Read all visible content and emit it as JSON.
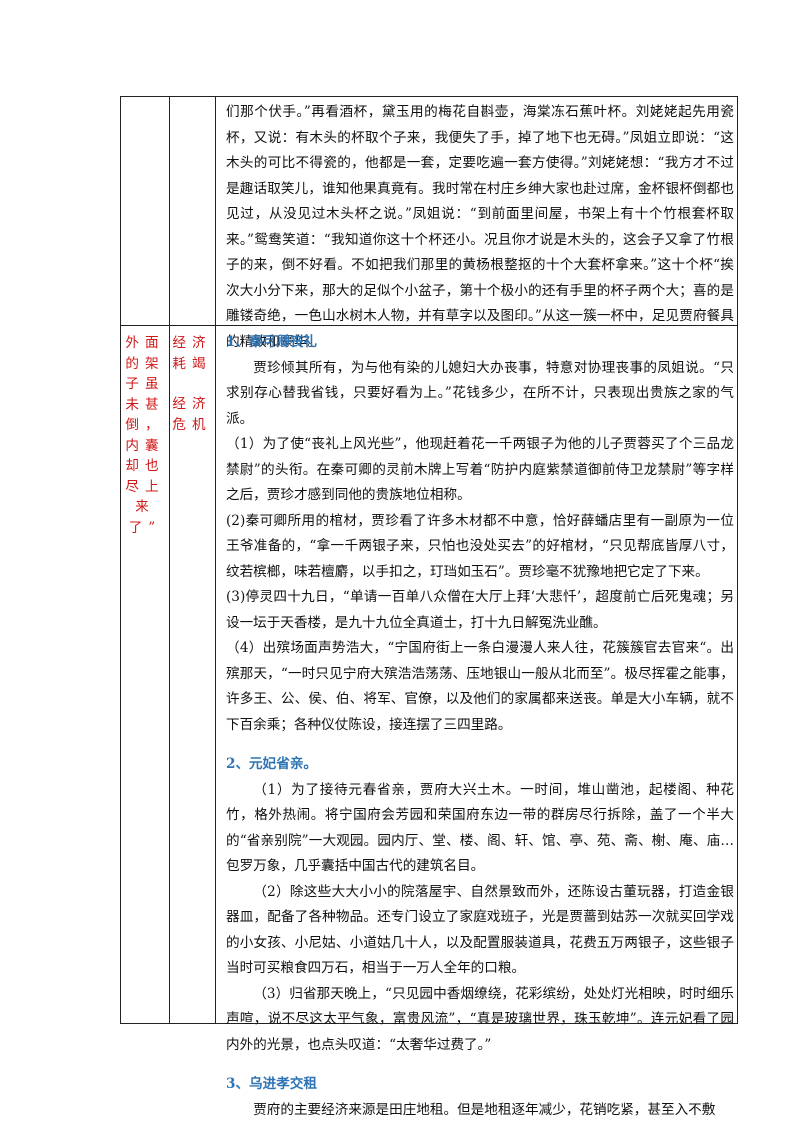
{
  "row1": {
    "text": "们那个伏手。”再看酒杯，黛玉用的梅花自斟壶，海棠冻石蕉叶杯。刘姥姥起先用瓷杯，又说：有木头的杯取个子来，我便失了手，掉了地下也无碍。”凤姐立即说：“这木头的可比不得瓷的，他都是一套，定要吃遍一套方使得。”刘姥姥想：“我方才不过是趣话取笑儿，谁知他果真竟有。我时常在村庄乡绅大家也赴过席，金杯银杯倒都也见过，从没见过木头杯之说。”凤姐说：“到前面里间屋，书架上有十个竹根套杯取来。”鸳鸯笑道：“我知道你这十个杯还小。况且你才说是木头的，这会子又拿了竹根子的来，倒不好看。不如把我们那里的黄杨根整抠的十个大套杯拿来。”这十个杯“挨次大小分下来，那大的足似个小盆子，第十个极小的还有手里的杯子两个大；喜的是雕镂奇绝，一色山水树木人物，并有草字以及图印。”从这一簇一杯中，足见贾府餐具的精致和豪华。"
  },
  "row2": {
    "col1": "外面的架子虽未甚倒，内囊却也尽上来了”",
    "col2": [
      "经济耗竭",
      "经济危机"
    ],
    "sections": [
      {
        "heading": "1、秦可卿丧礼",
        "paragraphs": [
          "贾珍倾其所有，为与他有染的儿媳妇大办丧事，特意对协理丧事的凤姐说。“只求别存心替我省钱，只要好看为上。”花钱多少，在所不计，只表现出贵族之家的气派。",
          "（1）为了使“丧礼上风光些”，他现赶着花一千两银子为他的儿子贾蓉买了个三品龙禁尉”的头衔。在秦可卿的灵前木牌上写着“防护内庭紫禁道御前侍卫龙禁尉”等字样之后，贾珍才感到同他的贵族地位相称。",
          "(2)秦可卿所用的棺材，贾珍看了许多木材都不中意，恰好薛蟠店里有一副原为一位王爷准备的，“拿一千两银子来，只怕也没处买去”的好棺材，“只见帮底皆厚八寸，纹若槟榔，味若檀麝，以手扣之，玎珰如玉石”。贾珍毫不犹豫地把它定了下来。",
          "(3)停灵四十九日，“单请一百单八众僧在大厅上拜‘大悲忏’，超度前亡后死鬼魂；另设一坛于天香楼，是九十九位全真道士，打十九日解冤洗业醮。",
          "（4）出殡场面声势浩大，“宁国府街上一条白漫漫人来人往，花簇簇官去官来“。出殡那天，“一时只见宁府大殡浩浩荡荡、压地银山一般从北而至”。极尽挥霍之能事，许多王、公、侯、伯、将军、官僚，以及他们的家属都来送丧。单是大小车辆，就不下百余乘；各种仪仗陈设，接连摆了三四里路。"
        ]
      },
      {
        "heading": "2、元妃省亲。",
        "paragraphs": [
          "（1）为了接待元春省亲，贾府大兴土木。一时间，堆山凿池，起楼阁、种花竹，格外热闹。将宁国府会芳园和荣国府东边一带的群房尽行拆除，盖了一个半大的“省亲别院”一大观园。园内厅、堂、楼、阁、轩、馆、亭、苑、斋、榭、庵、庙…包罗万象，几乎囊括中国古代的建筑名目。",
          "（2）除这些大大小小的院落屋宇、自然景致而外，还陈设古董玩器，打造金银器皿，配备了各种物品。还专门设立了家庭戏班子，光是贾蔷到姑苏一次就买回学戏的小女孩、小尼姑、小道姑几十人，以及配置服装道具，花费五万两银子，这些银子当时可买粮食四万石，相当于一万人全年的口粮。",
          "（3）归省那天晚上，“只见园中香烟缭绕，花彩缤纷，处处灯光相映，时时细乐声喧，说不尽这太平气象，富贵风流”，“真是玻璃世界，珠玉乾坤”。连元妃看了园内外的光景，也点头叹道：“太奢华过费了。”"
        ]
      },
      {
        "heading": "3、乌进孝交租",
        "paragraphs": [
          "贾府的主要经济来源是田庄地租。但是地租逐年减少，花销吃紧，甚至入不敷"
        ]
      }
    ]
  }
}
